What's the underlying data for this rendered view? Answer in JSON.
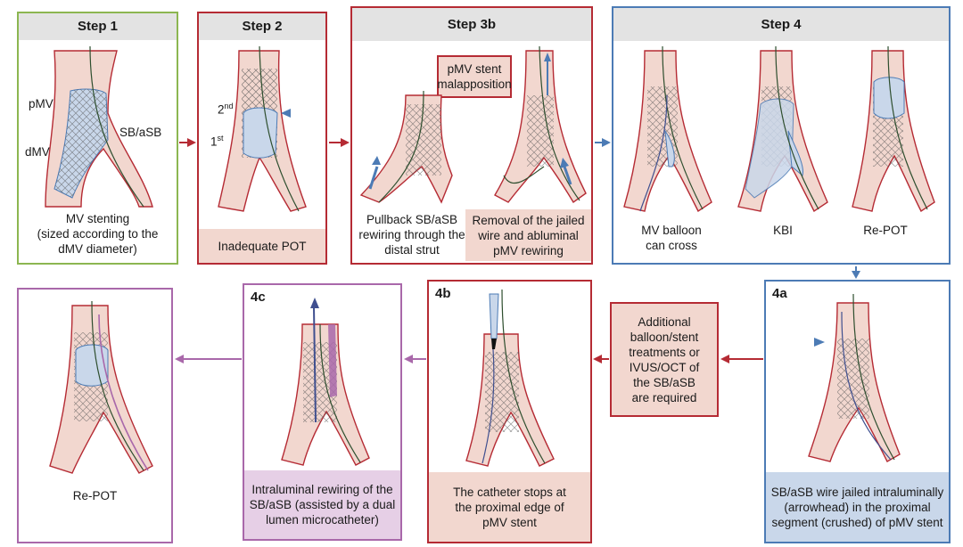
{
  "colors": {
    "green": "#8cb651",
    "red": "#b52b34",
    "blue": "#4c7bb5",
    "purple": "#a968aa",
    "pink_fill": "#f2d7cf",
    "blue_fill": "#c9d7ea",
    "purple_fill": "#e6cfe6",
    "header_gray": "#e3e3e3"
  },
  "step1": {
    "title": "Step 1",
    "label_pmv": "pMV",
    "label_dmv": "dMV",
    "label_sb": "SB/aSB",
    "caption": "MV stenting\n(sized according to the\ndMV diameter)"
  },
  "step2": {
    "title": "Step 2",
    "label_2": "2",
    "label_2_sup": "nd",
    "label_1": "1",
    "label_1_sup": "st",
    "caption": "Inadequate POT"
  },
  "step3b": {
    "title": "Step 3b",
    "callout": "pMV stent\nmalapposition",
    "caption_left": "Pullback SB/aSB\nrewiring through the\ndistal strut",
    "caption_right": "Removal of the jailed\nwire and abluminal\npMV rewiring"
  },
  "step4": {
    "title": "Step 4",
    "caption_a": "MV balloon\ncan cross",
    "caption_b": "KBI",
    "caption_c": "Re-POT"
  },
  "step4a": {
    "tag": "4a",
    "caption": "SB/aSB wire jailed intraluminally\n(arrowhead) in the proximal\nsegment (crushed) of pMV stent"
  },
  "additional": {
    "text": "Additional\nballoon/stent\ntreatments or\nIVUS/OCT of\nthe SB/aSB\nare required"
  },
  "step4b": {
    "tag": "4b",
    "caption": "The catheter stops at\nthe proximal edge of\npMV stent"
  },
  "step4c": {
    "tag": "4c",
    "caption": "Intraluminal rewiring of the\nSB/aSB (assisted by a dual\nlumen microcatheter)"
  },
  "final": {
    "caption": "Re-POT"
  }
}
